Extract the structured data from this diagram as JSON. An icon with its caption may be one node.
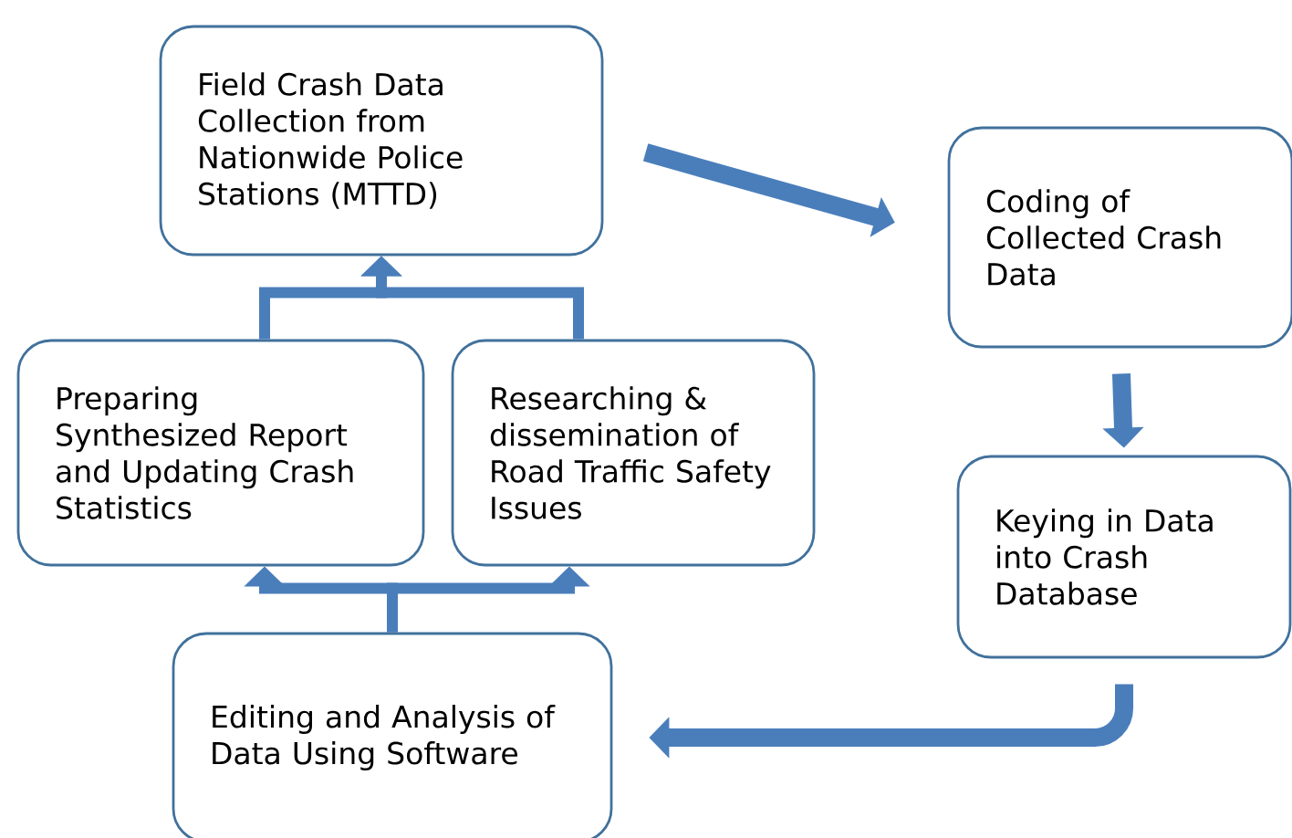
{
  "diagram": {
    "nodes": [
      {
        "text": [
          "Field Crash Data Collection from Nationwide Police Stations (MTTD)"
        ]
      },
      {
        "text": [
          "Coding of Collected Crash Data"
        ]
      },
      {
        "text": [
          "Keying in Data into Crash Database"
        ]
      },
      {
        "text": [
          "Editing and Analysis of Data Using Software"
        ]
      },
      {
        "text": [
          "Preparing Synthesized Report and Updating Crash Statistics"
        ]
      },
      {
        "text": [
          "Researching & dissemination of Road Traffic Safety Issues"
        ]
      }
    ],
    "edges": [
      {
        "from": 0,
        "to": 1,
        "arrow": "to"
      },
      {
        "from": 1,
        "to": 2,
        "arrow": "to"
      },
      {
        "from": 2,
        "to": 3,
        "arrow": "to"
      },
      {
        "from": 3,
        "to": 4,
        "arrow": "to"
      },
      {
        "from": 3,
        "to": 5,
        "arrow": "to"
      },
      {
        "from": 4,
        "to": 0,
        "arrow": "to"
      },
      {
        "from": 5,
        "to": 0,
        "arrow": "to"
      }
    ]
  }
}
